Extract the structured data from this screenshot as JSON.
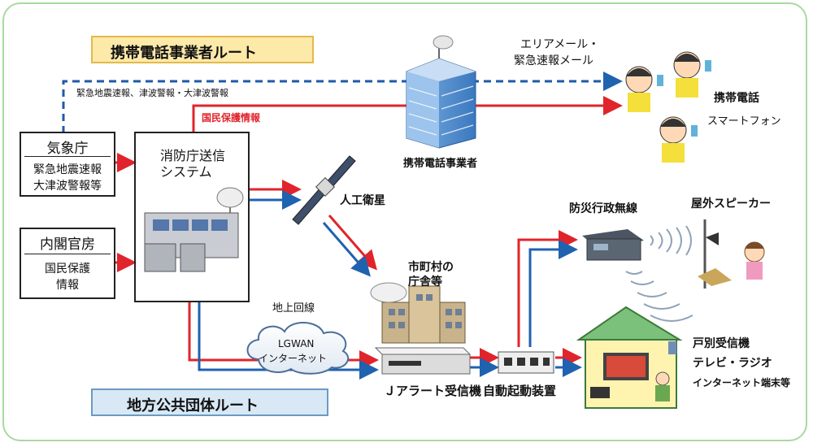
{
  "routes": {
    "carrier": "携帯電話事業者ルート",
    "local_gov": "地方公共団体ルート"
  },
  "sources": {
    "kishocho": {
      "title": "気象庁",
      "line1": "緊急地震速報",
      "line2": "大津波警報等"
    },
    "naikaku": {
      "title": "内閣官房",
      "line1": "国民保護",
      "line2": "情報"
    }
  },
  "fdma": {
    "line1": "消防庁送信",
    "line2": "システム"
  },
  "flows": {
    "quake_tsunami": "緊急地震速報、津波警報・大津波警報",
    "civil_protection": "国民保護情報",
    "ground_line": "地上回線",
    "lgwan_1": "LGWAN",
    "lgwan_2": "インターネット"
  },
  "nodes": {
    "carrier": "携帯電話事業者",
    "satellite": "人工衛星",
    "municipal_1": "市町村の",
    "municipal_2": "庁舎等",
    "jalert": "Ｊアラート受信機",
    "auto_start": "自動起動装置",
    "radio": "防災行政無線",
    "speaker": "屋外スピーカー"
  },
  "outputs": {
    "area_mail_1": "エリアメール・",
    "area_mail_2": "緊急速報メール",
    "phone": "携帯電話",
    "smartphone": "スマートフォン",
    "home_receiver": "戸別受信機",
    "tv_radio": "テレビ・ラジオ",
    "internet_terminal": "インターネット端末等"
  },
  "colors": {
    "red": "#e0242b",
    "blue": "#1f62b0",
    "dashed_blue": "#1f5aa8",
    "frame": "#a9d9a0"
  }
}
